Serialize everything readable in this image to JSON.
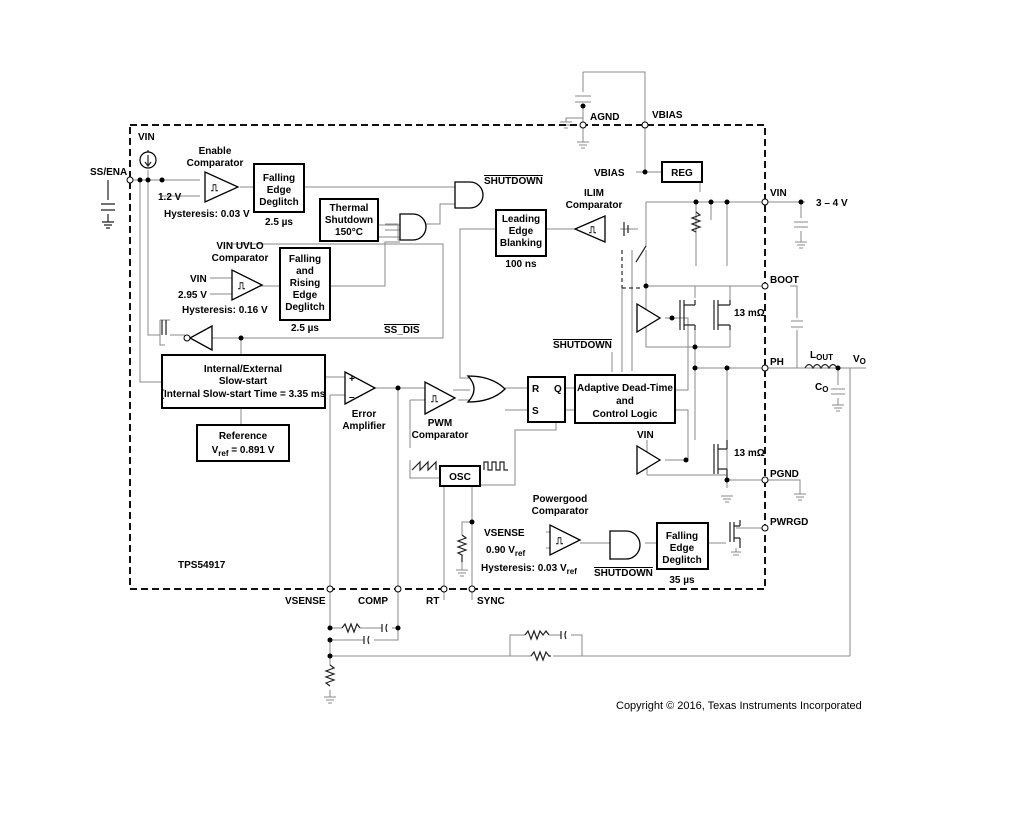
{
  "part_number": "TPS54917",
  "copyright": "Copyright © 2016, Texas Instruments Incorporated",
  "pins": {
    "ss_ena": "SS/ENA",
    "agnd": "AGND",
    "vbias": "VBIAS",
    "vin": "VIN",
    "boot": "BOOT",
    "ph": "PH",
    "pgnd": "PGND",
    "pwrgd": "PWRGD",
    "vsense": "VSENSE",
    "comp": "COMP",
    "rt": "RT",
    "sync": "SYNC"
  },
  "blocks": {
    "enable_deglitch": [
      "Falling",
      "Edge",
      "Deglitch"
    ],
    "enable_deglitch_time": "2.5 µs",
    "thermal_shutdown": [
      "Thermal",
      "Shutdown",
      "150°C"
    ],
    "uvlo_deglitch": [
      "Falling",
      "and",
      "Rising",
      "Edge",
      "Deglitch"
    ],
    "uvlo_deglitch_time": "2.5 µs",
    "leading_edge_blanking": [
      "Leading",
      "Edge",
      "Blanking"
    ],
    "leb_time": "100 ns",
    "reg": "REG",
    "slow_start": [
      "Internal/External",
      "Slow-start",
      "(Internal Slow-start Time = 3.35 ms"
    ],
    "reference": "Reference",
    "vref_sym": "V",
    "vref_sub": "ref",
    "vref_value": " = 0.891 V",
    "rs_r": "R",
    "rs_s": "S",
    "rs_q": "Q",
    "dead_time": [
      "Adaptive Dead-Time",
      "and",
      "Control Logic"
    ],
    "osc": "OSC",
    "pwrgd_deglitch": [
      "Falling",
      "Edge",
      "Deglitch"
    ],
    "pwrgd_deglitch_time": "35 µs"
  },
  "labels": {
    "vin_top": "VIN",
    "enable_comparator": [
      "Enable",
      "Comparator"
    ],
    "enable_threshold": "1.2 V",
    "enable_hysteresis": "Hysteresis: 0.03 V",
    "shutdown": "SHUTDOWN",
    "uvlo_comparator": [
      "VIN UVLO",
      "Comparator"
    ],
    "uvlo_vin": "VIN",
    "uvlo_threshold": "2.95 V",
    "uvlo_hysteresis": "Hysteresis: 0.16 V",
    "ss_dis": "SS_DIS",
    "ilim_comparator": [
      "ILIM",
      "Comparator"
    ],
    "vbias_out": "VBIAS",
    "vin_supply": "3 – 4 V",
    "rdson_high": "13 mΩ",
    "rdson_low": "13 mΩ",
    "vin_low_driver": "VIN",
    "shutdown_dt": "SHUTDOWN",
    "error_amplifier": [
      "Error",
      "Amplifier"
    ],
    "pwm_comparator": [
      "PWM",
      "Comparator"
    ],
    "powergood_comparator": [
      "Powergood",
      "Comparator"
    ],
    "pg_vsense": "VSENSE",
    "pg_threshold_num": "0.90 V",
    "pg_threshold_sub": "ref",
    "pg_hysteresis": "Hysteresis: 0.03 V",
    "pg_hysteresis_sub": "ref",
    "shutdown_pg": "SHUTDOWN",
    "plus": "+",
    "minus": "–",
    "lout": "L",
    "lout_sub": "OUT",
    "co": "C",
    "co_sub": "O",
    "vo": "V",
    "vo_sub": "O",
    "schmitt": "⎍"
  }
}
